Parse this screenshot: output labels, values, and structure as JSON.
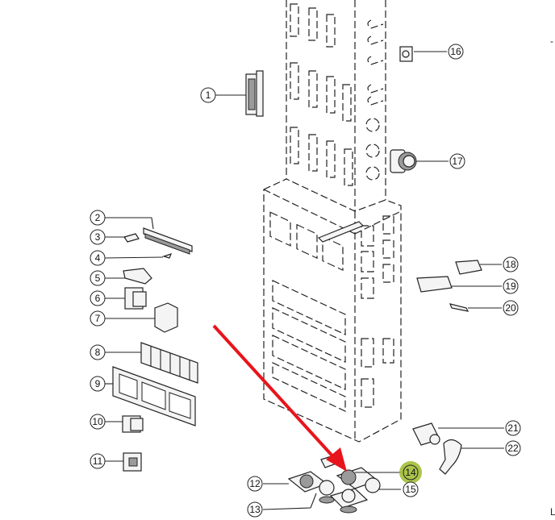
{
  "diagram": {
    "type": "exploded-parts-diagram",
    "subject": "Electrical cabinet connector assembly",
    "highlight_color": "#9bbb2a",
    "arrow_color": "#e8141c",
    "highlighted_callout": "14",
    "callouts": [
      {
        "id": "1",
        "label": "1"
      },
      {
        "id": "2",
        "label": "2"
      },
      {
        "id": "3",
        "label": "3"
      },
      {
        "id": "4",
        "label": "4"
      },
      {
        "id": "5",
        "label": "5"
      },
      {
        "id": "6",
        "label": "6"
      },
      {
        "id": "7",
        "label": "7"
      },
      {
        "id": "8",
        "label": "8"
      },
      {
        "id": "9",
        "label": "9"
      },
      {
        "id": "10",
        "label": "10"
      },
      {
        "id": "11",
        "label": "11"
      },
      {
        "id": "12",
        "label": "12"
      },
      {
        "id": "13",
        "label": "13"
      },
      {
        "id": "14",
        "label": "14"
      },
      {
        "id": "15",
        "label": "15"
      },
      {
        "id": "16",
        "label": "16"
      },
      {
        "id": "17",
        "label": "17"
      },
      {
        "id": "18",
        "label": "18"
      },
      {
        "id": "19",
        "label": "19"
      },
      {
        "id": "20",
        "label": "20"
      },
      {
        "id": "21",
        "label": "21"
      },
      {
        "id": "22",
        "label": "22"
      }
    ],
    "edge_marks": {
      "top_right": "-",
      "bottom_right": "L"
    }
  }
}
